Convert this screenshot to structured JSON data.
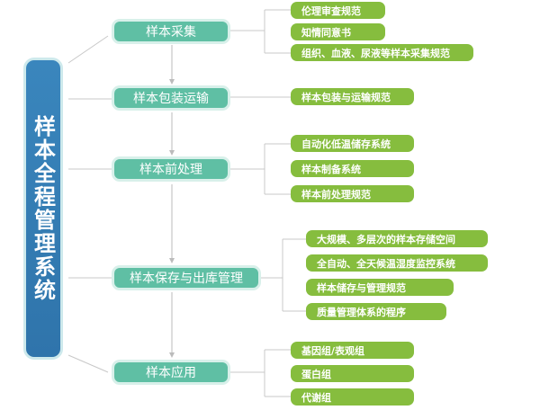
{
  "root": "样本全程管理系统",
  "stages": [
    {
      "label": "样本采集",
      "items": [
        "伦理审查规范",
        "知情同意书",
        "组织、血液、尿液等样本采集规范"
      ]
    },
    {
      "label": "样本包装运输",
      "items": [
        "样本包装与运输规范"
      ]
    },
    {
      "label": "样本前处理",
      "items": [
        "自动化低温储存系统",
        "样本制备系统",
        "样本前处理规范"
      ]
    },
    {
      "label": "样本保存与出库管理",
      "items": [
        "大规模、多层次的样本存储空间",
        "全自动、全天候温湿度监控系统",
        "样本储存与管理规范",
        "质量管理体系的程序"
      ]
    },
    {
      "label": "样本应用",
      "items": [
        "基因组/表观组",
        "蛋白组",
        "代谢组"
      ]
    }
  ],
  "colors": {
    "root": "#3a86bd",
    "stage": "#5fbfa4",
    "leaf": "#86bd3e"
  }
}
